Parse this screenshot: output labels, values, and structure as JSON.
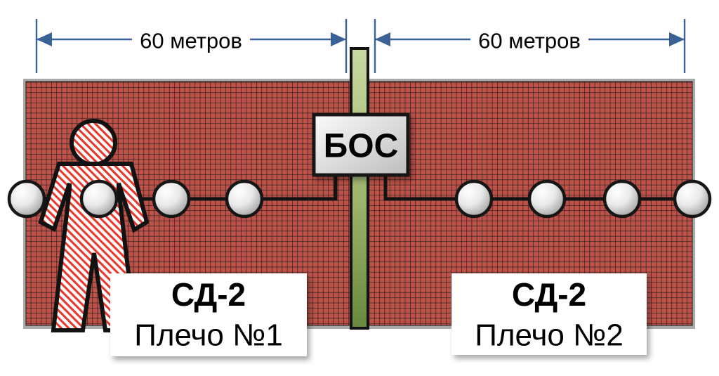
{
  "diagram": {
    "title_hint": "Perimeter vibration-detection system schematic",
    "dimensions": {
      "left": {
        "label": "60 метров"
      },
      "right": {
        "label": "60 метров"
      }
    },
    "control_unit": {
      "label": "БОС"
    },
    "arms": {
      "left": {
        "title": "СД-2",
        "subtitle": "Плечо №1",
        "sensor_count": 4
      },
      "right": {
        "title": "СД-2",
        "subtitle": "Плечо №2",
        "sensor_count": 4
      }
    },
    "figure": {
      "description": "person silhouette with red hatch at fence"
    },
    "colors": {
      "wall_red": "#BE5148",
      "grid_line": "#1C1C1C",
      "wall_frame_gray": "#A9A9A9",
      "dimension_blue": "#3B6296",
      "post_green_top": "#C9DAA2",
      "post_green_bottom": "#68883F",
      "hatch_red": "#E8382E",
      "cable_black": "#121212",
      "label_bg": "#FFFFFF"
    }
  }
}
